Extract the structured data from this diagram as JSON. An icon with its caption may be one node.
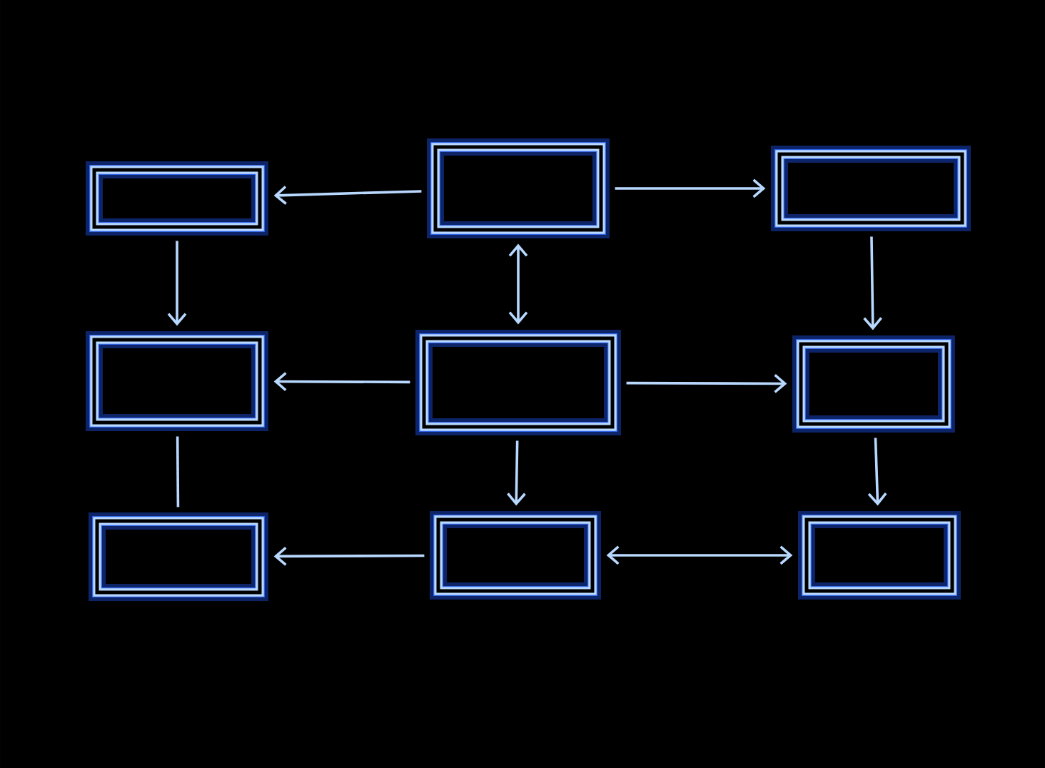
{
  "diagram": {
    "nodes": [
      {
        "text": [],
        "shape": "box"
      },
      {
        "text": [],
        "shape": "box"
      },
      {
        "text": [],
        "shape": "box"
      },
      {
        "text": [],
        "shape": "box"
      },
      {
        "text": [],
        "shape": "box"
      },
      {
        "text": [],
        "shape": "box"
      },
      {
        "text": [],
        "shape": "box"
      },
      {
        "text": [],
        "shape": "box"
      },
      {
        "text": [],
        "shape": "box"
      }
    ],
    "edges": [
      {
        "from": 1,
        "to": 0,
        "arrow": "to"
      },
      {
        "from": 1,
        "to": 2,
        "arrow": "to"
      },
      {
        "from": 0,
        "to": 3,
        "arrow": "to"
      },
      {
        "from": 1,
        "to": 4,
        "arrow": "both"
      },
      {
        "from": 2,
        "to": 5,
        "arrow": "to"
      },
      {
        "from": 4,
        "to": 3,
        "arrow": "to"
      },
      {
        "from": 4,
        "to": 5,
        "arrow": "to"
      },
      {
        "from": 3,
        "to": 6,
        "arrow": "none"
      },
      {
        "from": 4,
        "to": 7,
        "arrow": "to"
      },
      {
        "from": 5,
        "to": 8,
        "arrow": "to"
      },
      {
        "from": 7,
        "to": 6,
        "arrow": "to"
      },
      {
        "from": 7,
        "to": 8,
        "arrow": "both"
      }
    ]
  }
}
